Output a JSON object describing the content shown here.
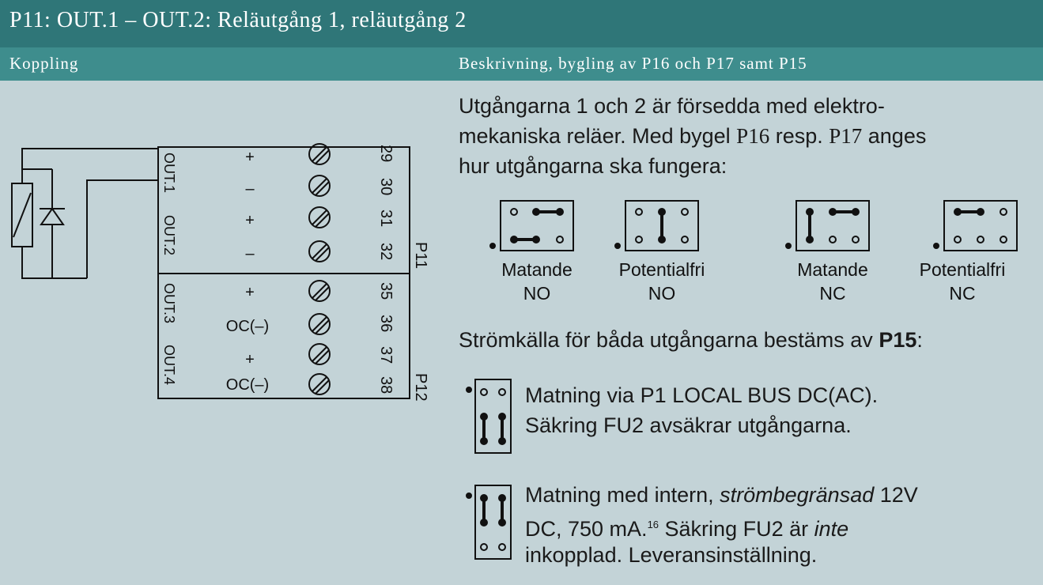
{
  "header": {
    "title": "P11: OUT.1 – OUT.2: Reläutgång 1, reläutgång 2",
    "left_label": "Koppling",
    "right_label": "Beskrivning, bygling av P16 och P17 samt P15"
  },
  "terminal": {
    "outputs": [
      "OUT.1",
      "OUT.2",
      "OUT.3",
      "OUT.4"
    ],
    "signs": [
      "+",
      "–",
      "+",
      "–",
      "+",
      "OC(–)",
      "+",
      "OC(–)"
    ],
    "numbers": [
      "29",
      "30",
      "31",
      "32",
      "35",
      "36",
      "37",
      "38"
    ],
    "block_labels": [
      "P11",
      "P12"
    ]
  },
  "description": {
    "intro_line1": "Utgångarna 1 och 2 är försedda med elektro-",
    "intro_line2a": "mekaniska reläer. Med bygel ",
    "intro_p16": "P16",
    "intro_line2b": " resp. ",
    "intro_p17": "P17",
    "intro_line2c": " anges",
    "intro_line3": "hur utgångarna ska fungera:",
    "modes": [
      {
        "line1": "Matande",
        "line2": "NO"
      },
      {
        "line1": "Potentialfri",
        "line2": "NO"
      },
      {
        "line1": "Matande",
        "line2": "NC"
      },
      {
        "line1": "Potentialfri",
        "line2": "NC"
      }
    ],
    "source_text": "Strömkälla för båda utgångarna bestäms av ",
    "source_bold": "P15",
    "source_end": ":",
    "opt1_line1": "Matning via P1 LOCAL BUS DC(AC).",
    "opt1_line2": "Säkring FU2 avsäkrar utgångarna.",
    "opt2_line1a": "Matning med intern, ",
    "opt2_italic1": "strömbegränsad",
    "opt2_line1b": " 12V",
    "opt2_line2a": "DC, 750 mA.",
    "opt2_sup": "16",
    "opt2_line2b": " Säkring FU2 är ",
    "opt2_italic2": "inte",
    "opt2_line3": "inkopplad. Leveransinställning."
  }
}
